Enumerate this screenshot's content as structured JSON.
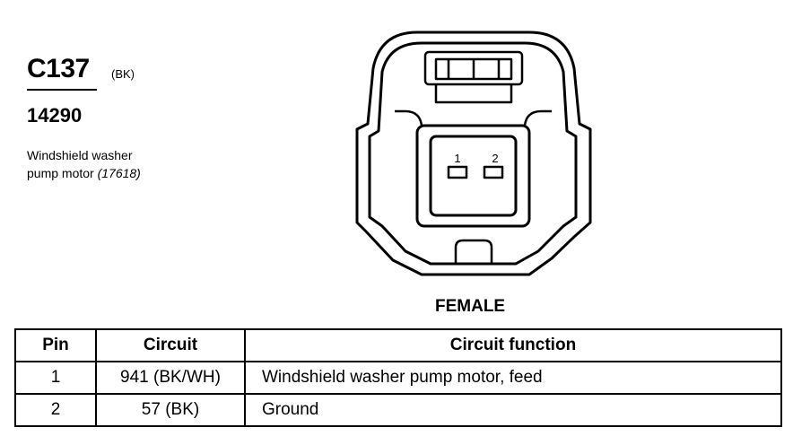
{
  "connector": {
    "id": "C137",
    "color": "(BK)",
    "part_number": "14290",
    "description_line1": "Windshield washer",
    "description_line2": "pump motor",
    "description_ref": "(17618)"
  },
  "diagram": {
    "pin_labels": [
      "1",
      "2"
    ],
    "gender": "FEMALE"
  },
  "table": {
    "headers": {
      "pin": "Pin",
      "circuit": "Circuit",
      "function": "Circuit function"
    },
    "rows": [
      {
        "pin": "1",
        "circuit": "941 (BK/WH)",
        "function": "Windshield washer pump motor, feed"
      },
      {
        "pin": "2",
        "circuit": "57 (BK)",
        "function": "Ground"
      }
    ]
  }
}
